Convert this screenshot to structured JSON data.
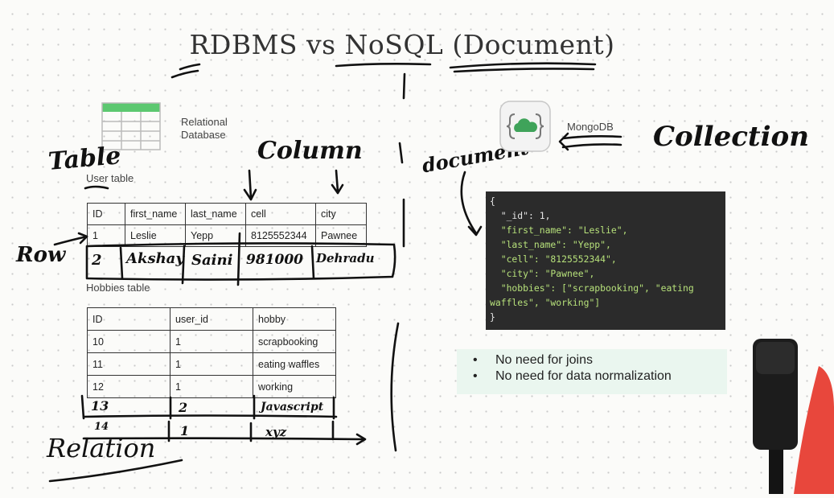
{
  "title": "RDBMS vs NoSQL (Document)",
  "relational": {
    "icon_label_line1": "Relational",
    "icon_label_line2": "Database",
    "user_table_label": "User table",
    "user_table": {
      "headers": [
        "ID",
        "first_name",
        "last_name",
        "cell",
        "city"
      ],
      "rows": [
        [
          "1",
          "Leslie",
          "Yepp",
          "8125552344",
          "Pawnee"
        ]
      ],
      "handwritten_row": [
        "2",
        "Akshay",
        "Saini",
        "981000",
        "Dehradu"
      ]
    },
    "hobbies_table_label": "Hobbies table",
    "hobbies_table": {
      "headers": [
        "ID",
        "user_id",
        "hobby"
      ],
      "rows": [
        [
          "10",
          "1",
          "scrapbooking"
        ],
        [
          "11",
          "1",
          "eating waffles"
        ],
        [
          "12",
          "1",
          "working"
        ]
      ],
      "handwritten_rows": [
        [
          "13",
          "2",
          "Javascript"
        ],
        [
          "14",
          "1",
          "xyz"
        ]
      ]
    }
  },
  "nosql": {
    "icon_label": "MongoDB",
    "document_lines": [
      "{",
      "  \"_id\": 1,",
      "  \"first_name\": \"Leslie\",",
      "  \"last_name\": \"Yepp\",",
      "  \"cell\": \"8125552344\",",
      "  \"city\": \"Pawnee\",",
      "  \"hobbies\": [\"scrapbooking\", \"eating",
      "waffles\", \"working\"]",
      "}"
    ],
    "benefits": [
      "No need for joins",
      "No need for data normalization"
    ]
  },
  "annotations": {
    "table": "Table",
    "column": "Column",
    "row": "Row",
    "relation": "Relation",
    "document": "document",
    "collection": "Collection"
  },
  "colors": {
    "background": "#fbfbf9",
    "table_icon_green": "#5cc870",
    "code_bg": "#2b2b2b",
    "notes_bg": "#eaf6ef",
    "mongo_green": "#3fa35a"
  }
}
